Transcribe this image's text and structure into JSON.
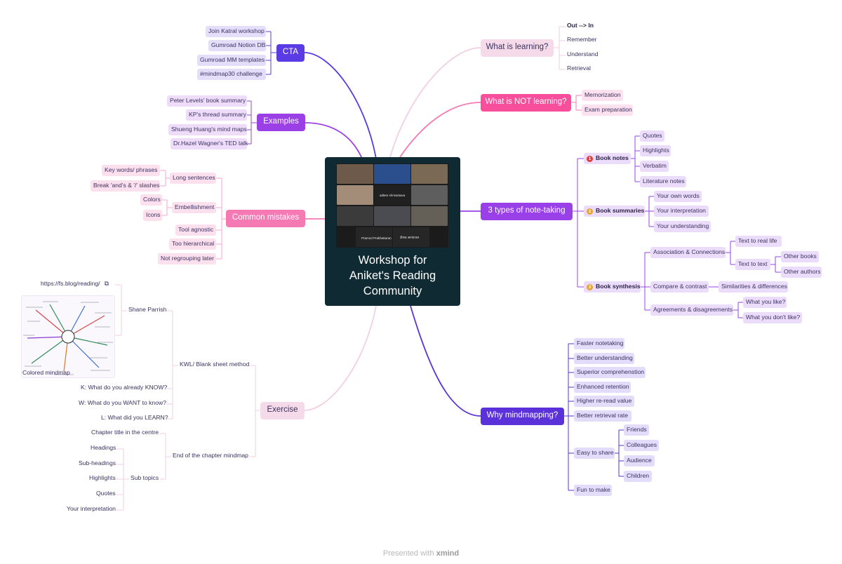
{
  "center": {
    "title_lines": [
      "Workshop for",
      "Aniket's Reading",
      "Community"
    ]
  },
  "photo": {
    "participants": [
      "aditee shrivastava",
      "Pramod Prabhakaran",
      "दीपक आनंदपाल"
    ]
  },
  "cta": {
    "title": "CTA",
    "items": [
      "Join Katral workshop",
      "Gumroad Notion DB",
      "Gumroad MM templates",
      "#mindmap30 challenge"
    ]
  },
  "examples": {
    "title": "Examples",
    "items": [
      "Peter Levels' book summary",
      "KP's thread summary",
      "Shueng Huang's mind maps",
      "Dr.Hazel Wagner's TED talk"
    ]
  },
  "mistakes": {
    "title": "Common mistakes",
    "long_sentences": {
      "label": "Long sentences",
      "items": [
        "Key words/ phrases",
        "Break 'and's & '/' slashes"
      ]
    },
    "embellishment": {
      "label": "Embellishment",
      "items": [
        "Colors",
        "Icons"
      ]
    },
    "others": [
      "Tool agnostic",
      "Too hierarchical",
      "Not regrouping later"
    ]
  },
  "exercise": {
    "title": "Exercise",
    "kwl": {
      "label": "KWL/ Blank sheet method",
      "shane": {
        "label": "Shane Parrish",
        "link": "https://fs.blog/reading/",
        "image_caption": "Colored mindmap"
      },
      "items": [
        "K: What do you already KNOW?",
        "W: What do you WANT to know?",
        "L: What did you LEARN?"
      ]
    },
    "chapter": {
      "label": "End of the chapter mindmap",
      "first": "Chapter title in the centre",
      "subtopics": {
        "label": "Sub topics",
        "items": [
          "Headings",
          "Sub-headings",
          "Highlights",
          "Quotes",
          "Your interpretation"
        ]
      }
    }
  },
  "learning": {
    "title": "What is learning?",
    "items": [
      "Out --> In",
      "Remember",
      "Understand",
      "Retrieval"
    ]
  },
  "not_learning": {
    "title": "What is NOT learning?",
    "items": [
      "Memorization",
      "Exam preparation"
    ]
  },
  "types": {
    "title": "3 types of note-taking",
    "notes": {
      "badge": "1",
      "label": "Book notes",
      "items": [
        "Quotes",
        "Highlights",
        "Verbatim",
        "Literature notes"
      ]
    },
    "summaries": {
      "badge": "2",
      "label": "Book summaries",
      "items": [
        "Your own words",
        "Your interpretation",
        "Your understanding"
      ]
    },
    "synthesis": {
      "badge": "3",
      "label": "Book synthesis",
      "assoc": {
        "label": "Association & Connections",
        "real": "Text to real life",
        "text": "Text to text",
        "text_items": [
          "Other books",
          "Other authors"
        ]
      },
      "compare": {
        "label": "Compare & contrast",
        "item": "Similarities & differences"
      },
      "agree": {
        "label": "Agreements & disagreements",
        "items": [
          "What you like?",
          "What you don't like?"
        ]
      }
    }
  },
  "why": {
    "title": "Why mindmapping?",
    "items": [
      "Faster notetaking",
      "Better understanding",
      "Superior comprehenstion",
      "Enhanced retention",
      "Higher re-read value",
      "Better retrieval rate"
    ],
    "share": {
      "label": "Easy to share",
      "items": [
        "Friends",
        "Colleagues",
        "Audience",
        "Children"
      ]
    },
    "last": "Fun to make"
  },
  "footer": {
    "prefix": "Presented with",
    "brand": "xmind"
  },
  "colors": {
    "center": "#0f2a33",
    "indigo": "#5b3be6",
    "violet": "#9b3fe6",
    "pink": "#f57ab4",
    "light_pink": "#f5dbe9",
    "hot_pink": "#f94e9b",
    "purple_mid": "#9a40e8",
    "indigo_dark": "#5b32da"
  }
}
